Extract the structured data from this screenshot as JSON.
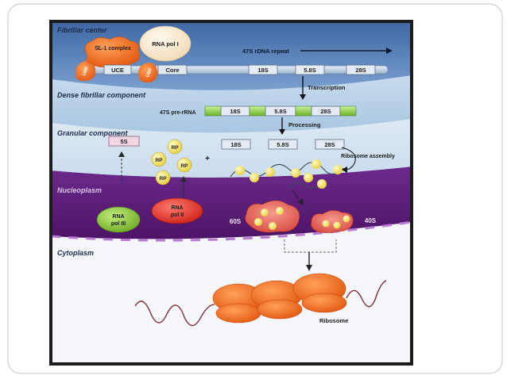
{
  "regions": {
    "fibrillar_center": "Fibrillar center",
    "dense_fibrillar": "Dense fibrillar component",
    "granular": "Granular component",
    "nucleoplasm": "Nucleoplasm",
    "cytoplasm": "Cytoplasm"
  },
  "proteins": {
    "sl1": "SL-1 complex",
    "rna_pol_1": "RNA pol I",
    "ubf": "UBF",
    "rp": "RP",
    "rna_pol_2": "RNA pol II",
    "rna_pol_3": "RNA pol III"
  },
  "gene": {
    "repeat_label": "47S rDNA repeat",
    "ucse": "UCE",
    "core": "Core",
    "rrna": [
      "18S",
      "5.8S",
      "28S"
    ]
  },
  "steps": {
    "transcription": "Transcription",
    "processing": "Processing",
    "ribosome_assembly": "Ribosome assembly",
    "pre_rrna": "47S pre-rRNA",
    "five_s": "5S",
    "plus": "+"
  },
  "subunits": {
    "large": "60S",
    "small": "40S",
    "ribosome": "Ribosome"
  },
  "colors": {
    "frame_border": "#222222",
    "fibrillar_bg": "#5b82b8",
    "dense_bg": "#b5cde3",
    "granular_bg": "#d8e6f2",
    "nucleoplasm_bg": "#5f1f7f",
    "cytoplasm_bg": "#f5f7fb",
    "ribosome_orange": "#f07020",
    "rp_yellow": "#f3e26a",
    "pol2_red": "#e53a2f",
    "pol3_green": "#8cc63f"
  }
}
